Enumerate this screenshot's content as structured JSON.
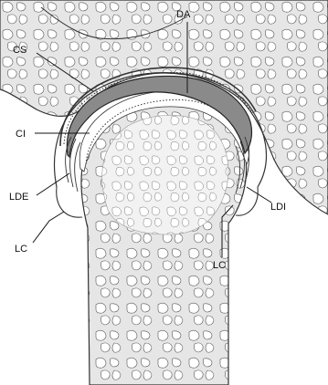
{
  "labels": {
    "da": "DA",
    "cs": "CS",
    "ci": "CI",
    "lde": "LDE",
    "lc_left": "LC",
    "lc_right": "LC",
    "ldi": "LDI"
  },
  "colors": {
    "background": "#ffffff",
    "outline": "#333333",
    "bone_fill": "#e6e6e6",
    "marrow_light": "#f2f2f2",
    "trabecula_fill": "#ffffff",
    "disc_fill": "#8a8a8a",
    "label_text": "#111111"
  }
}
